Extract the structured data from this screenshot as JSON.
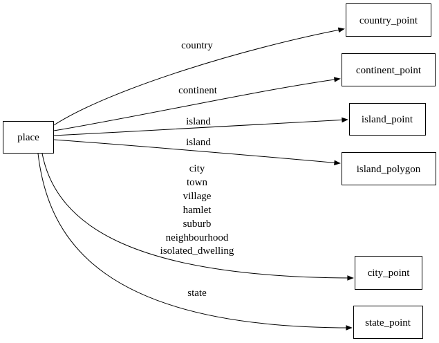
{
  "diagram": {
    "kind": "directed-graph",
    "colors": {
      "background": "#ffffff",
      "node_border": "#000000",
      "edge": "#000000",
      "text": "#000000"
    },
    "nodes": {
      "place": {
        "label": "place"
      },
      "country_point": {
        "label": "country_point"
      },
      "continent_point": {
        "label": "continent_point"
      },
      "island_point": {
        "label": "island_point"
      },
      "island_polygon": {
        "label": "island_polygon"
      },
      "city_point": {
        "label": "city_point"
      },
      "state_point": {
        "label": "state_point"
      }
    },
    "edges": {
      "place_country_point": {
        "from": "place",
        "to": "country_point",
        "label": "country"
      },
      "place_continent_point": {
        "from": "place",
        "to": "continent_point",
        "label": "continent"
      },
      "place_island_point": {
        "from": "place",
        "to": "island_point",
        "label": "island"
      },
      "place_island_polygon": {
        "from": "place",
        "to": "island_polygon",
        "label": "island"
      },
      "place_city_point": {
        "from": "place",
        "to": "city_point",
        "label_lines": [
          "city",
          "town",
          "village",
          "hamlet",
          "suburb",
          "neighbourhood",
          "isolated_dwelling"
        ]
      },
      "place_state_point": {
        "from": "place",
        "to": "state_point",
        "label": "state"
      }
    }
  }
}
